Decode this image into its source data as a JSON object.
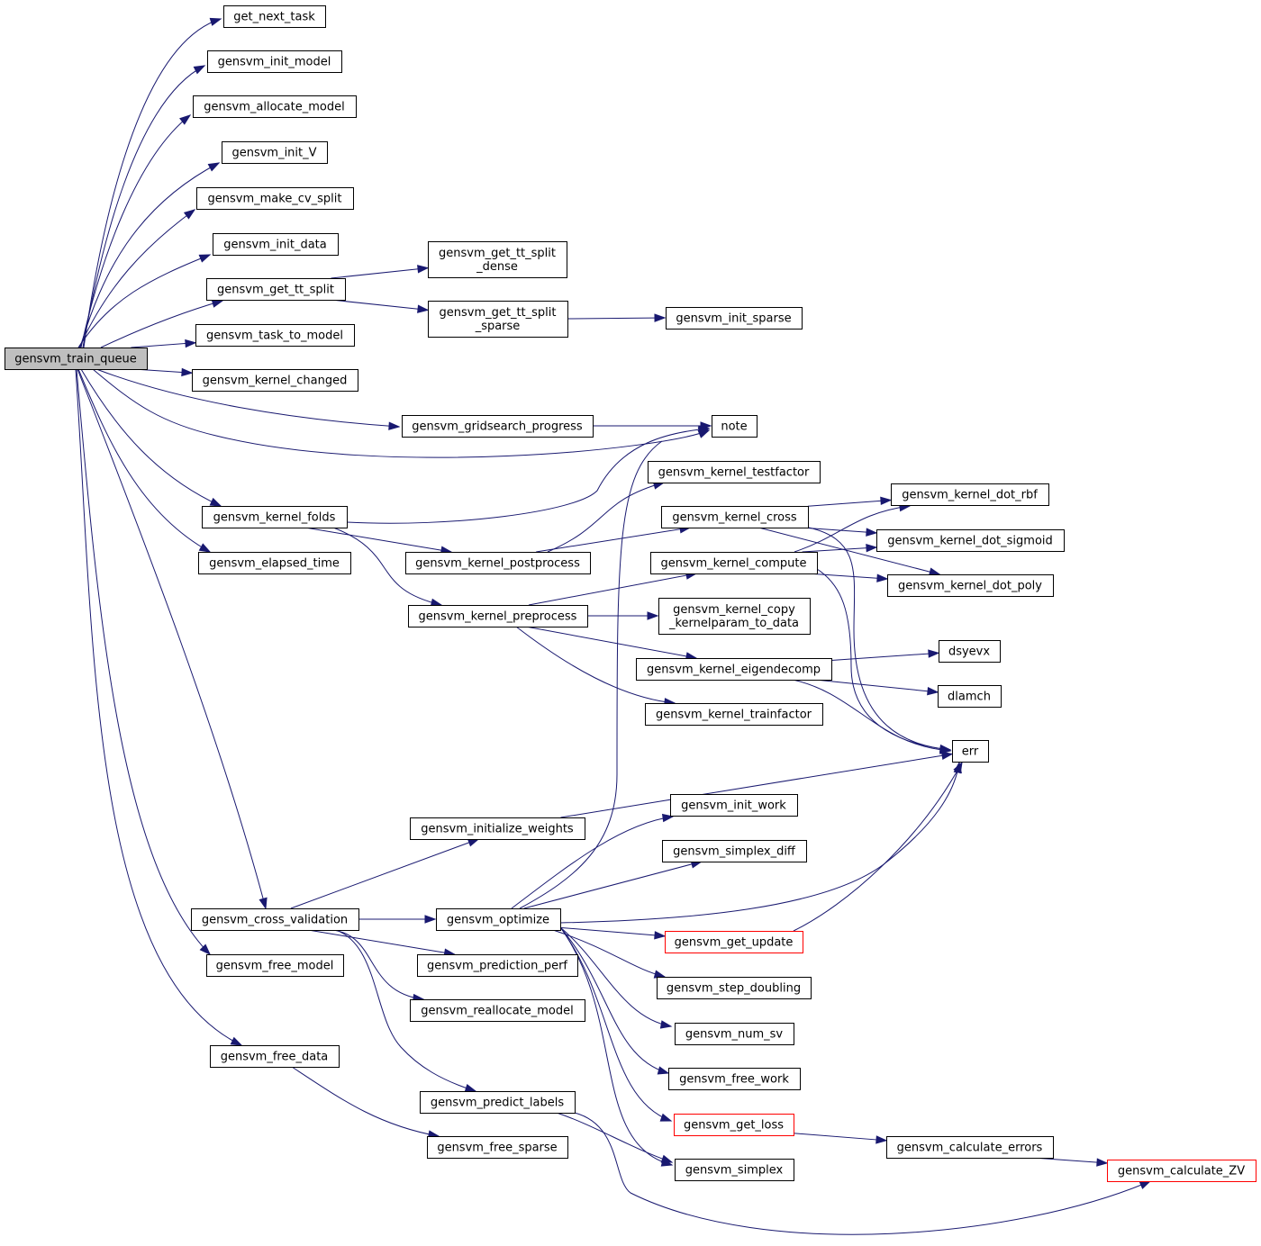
{
  "diagram": {
    "root": "gensvm_train_queue",
    "nodes": [
      {
        "id": "train_queue",
        "lines": [
          "gensvm_train_queue"
        ],
        "highlight": "root"
      },
      {
        "id": "get_next_task",
        "lines": [
          "get_next_task"
        ]
      },
      {
        "id": "init_model",
        "lines": [
          "gensvm_init_model"
        ]
      },
      {
        "id": "allocate_model",
        "lines": [
          "gensvm_allocate_model"
        ]
      },
      {
        "id": "init_V",
        "lines": [
          "gensvm_init_V"
        ]
      },
      {
        "id": "make_cv_split",
        "lines": [
          "gensvm_make_cv_split"
        ]
      },
      {
        "id": "init_data",
        "lines": [
          "gensvm_init_data"
        ]
      },
      {
        "id": "get_tt_split",
        "lines": [
          "gensvm_get_tt_split"
        ]
      },
      {
        "id": "task_to_model",
        "lines": [
          "gensvm_task_to_model"
        ]
      },
      {
        "id": "kernel_changed",
        "lines": [
          "gensvm_kernel_changed"
        ]
      },
      {
        "id": "gridsearch_progress",
        "lines": [
          "gensvm_gridsearch_progress"
        ]
      },
      {
        "id": "kernel_folds",
        "lines": [
          "gensvm_kernel_folds"
        ]
      },
      {
        "id": "elapsed_time",
        "lines": [
          "gensvm_elapsed_time"
        ]
      },
      {
        "id": "cross_validation",
        "lines": [
          "gensvm_cross_validation"
        ]
      },
      {
        "id": "free_model",
        "lines": [
          "gensvm_free_model"
        ]
      },
      {
        "id": "free_data",
        "lines": [
          "gensvm_free_data"
        ]
      },
      {
        "id": "tt_split_dense",
        "lines": [
          "gensvm_get_tt_split",
          "_dense"
        ]
      },
      {
        "id": "tt_split_sparse",
        "lines": [
          "gensvm_get_tt_split",
          "_sparse"
        ]
      },
      {
        "id": "init_sparse",
        "lines": [
          "gensvm_init_sparse"
        ]
      },
      {
        "id": "note",
        "lines": [
          "note"
        ]
      },
      {
        "id": "kernel_testfactor",
        "lines": [
          "gensvm_kernel_testfactor"
        ]
      },
      {
        "id": "kernel_postprocess",
        "lines": [
          "gensvm_kernel_postprocess"
        ]
      },
      {
        "id": "kernel_cross",
        "lines": [
          "gensvm_kernel_cross"
        ]
      },
      {
        "id": "kernel_compute",
        "lines": [
          "gensvm_kernel_compute"
        ]
      },
      {
        "id": "kernel_preprocess",
        "lines": [
          "gensvm_kernel_preprocess"
        ]
      },
      {
        "id": "kernel_copy",
        "lines": [
          "gensvm_kernel_copy",
          "_kernelparam_to_data"
        ]
      },
      {
        "id": "kernel_eigendecomp",
        "lines": [
          "gensvm_kernel_eigendecomp"
        ]
      },
      {
        "id": "kernel_trainfactor",
        "lines": [
          "gensvm_kernel_trainfactor"
        ]
      },
      {
        "id": "dot_rbf",
        "lines": [
          "gensvm_kernel_dot_rbf"
        ]
      },
      {
        "id": "dot_sigmoid",
        "lines": [
          "gensvm_kernel_dot_sigmoid"
        ]
      },
      {
        "id": "dot_poly",
        "lines": [
          "gensvm_kernel_dot_poly"
        ]
      },
      {
        "id": "dsyevx",
        "lines": [
          "dsyevx"
        ]
      },
      {
        "id": "dlamch",
        "lines": [
          "dlamch"
        ]
      },
      {
        "id": "err",
        "lines": [
          "err"
        ]
      },
      {
        "id": "initialize_weights",
        "lines": [
          "gensvm_initialize_weights"
        ]
      },
      {
        "id": "optimize",
        "lines": [
          "gensvm_optimize"
        ]
      },
      {
        "id": "init_work",
        "lines": [
          "gensvm_init_work"
        ]
      },
      {
        "id": "simplex_diff",
        "lines": [
          "gensvm_simplex_diff"
        ]
      },
      {
        "id": "get_update",
        "lines": [
          "gensvm_get_update"
        ],
        "highlight": "red"
      },
      {
        "id": "step_doubling",
        "lines": [
          "gensvm_step_doubling"
        ]
      },
      {
        "id": "num_sv",
        "lines": [
          "gensvm_num_sv"
        ]
      },
      {
        "id": "free_work",
        "lines": [
          "gensvm_free_work"
        ]
      },
      {
        "id": "get_loss",
        "lines": [
          "gensvm_get_loss"
        ],
        "highlight": "red"
      },
      {
        "id": "simplex",
        "lines": [
          "gensvm_simplex"
        ]
      },
      {
        "id": "prediction_perf",
        "lines": [
          "gensvm_prediction_perf"
        ]
      },
      {
        "id": "reallocate_model",
        "lines": [
          "gensvm_reallocate_model"
        ]
      },
      {
        "id": "predict_labels",
        "lines": [
          "gensvm_predict_labels"
        ]
      },
      {
        "id": "free_sparse",
        "lines": [
          "gensvm_free_sparse"
        ]
      },
      {
        "id": "calculate_errors",
        "lines": [
          "gensvm_calculate_errors"
        ]
      },
      {
        "id": "calculate_ZV",
        "lines": [
          "gensvm_calculate_ZV"
        ],
        "highlight": "red"
      }
    ],
    "edges": [
      [
        "train_queue",
        "get_next_task"
      ],
      [
        "train_queue",
        "init_model"
      ],
      [
        "train_queue",
        "allocate_model"
      ],
      [
        "train_queue",
        "init_V"
      ],
      [
        "train_queue",
        "make_cv_split"
      ],
      [
        "train_queue",
        "init_data"
      ],
      [
        "train_queue",
        "get_tt_split"
      ],
      [
        "train_queue",
        "task_to_model"
      ],
      [
        "train_queue",
        "kernel_changed"
      ],
      [
        "train_queue",
        "gridsearch_progress"
      ],
      [
        "train_queue",
        "note"
      ],
      [
        "train_queue",
        "kernel_folds"
      ],
      [
        "train_queue",
        "elapsed_time"
      ],
      [
        "train_queue",
        "cross_validation"
      ],
      [
        "train_queue",
        "free_model"
      ],
      [
        "train_queue",
        "free_data"
      ],
      [
        "get_tt_split",
        "tt_split_dense"
      ],
      [
        "get_tt_split",
        "tt_split_sparse"
      ],
      [
        "tt_split_sparse",
        "init_sparse"
      ],
      [
        "gridsearch_progress",
        "note"
      ],
      [
        "kernel_folds",
        "note"
      ],
      [
        "kernel_folds",
        "kernel_postprocess"
      ],
      [
        "kernel_folds",
        "kernel_preprocess"
      ],
      [
        "kernel_postprocess",
        "kernel_testfactor"
      ],
      [
        "kernel_postprocess",
        "kernel_cross"
      ],
      [
        "kernel_cross",
        "dot_rbf"
      ],
      [
        "kernel_cross",
        "dot_sigmoid"
      ],
      [
        "kernel_cross",
        "dot_poly"
      ],
      [
        "kernel_cross",
        "err"
      ],
      [
        "kernel_preprocess",
        "kernel_compute"
      ],
      [
        "kernel_preprocess",
        "kernel_copy"
      ],
      [
        "kernel_preprocess",
        "kernel_eigendecomp"
      ],
      [
        "kernel_preprocess",
        "kernel_trainfactor"
      ],
      [
        "kernel_compute",
        "dot_rbf"
      ],
      [
        "kernel_compute",
        "dot_sigmoid"
      ],
      [
        "kernel_compute",
        "dot_poly"
      ],
      [
        "kernel_compute",
        "err"
      ],
      [
        "kernel_eigendecomp",
        "dsyevx"
      ],
      [
        "kernel_eigendecomp",
        "dlamch"
      ],
      [
        "kernel_eigendecomp",
        "err"
      ],
      [
        "cross_validation",
        "initialize_weights"
      ],
      [
        "cross_validation",
        "optimize"
      ],
      [
        "cross_validation",
        "prediction_perf"
      ],
      [
        "cross_validation",
        "reallocate_model"
      ],
      [
        "cross_validation",
        "predict_labels"
      ],
      [
        "initialize_weights",
        "err"
      ],
      [
        "optimize",
        "note"
      ],
      [
        "optimize",
        "init_work"
      ],
      [
        "optimize",
        "simplex_diff"
      ],
      [
        "optimize",
        "err"
      ],
      [
        "optimize",
        "get_update"
      ],
      [
        "optimize",
        "step_doubling"
      ],
      [
        "optimize",
        "num_sv"
      ],
      [
        "optimize",
        "free_work"
      ],
      [
        "optimize",
        "get_loss"
      ],
      [
        "optimize",
        "simplex"
      ],
      [
        "get_update",
        "err"
      ],
      [
        "get_loss",
        "calculate_errors"
      ],
      [
        "calculate_errors",
        "calculate_ZV"
      ],
      [
        "predict_labels",
        "simplex"
      ],
      [
        "predict_labels",
        "calculate_ZV"
      ],
      [
        "free_data",
        "free_sparse"
      ]
    ]
  }
}
